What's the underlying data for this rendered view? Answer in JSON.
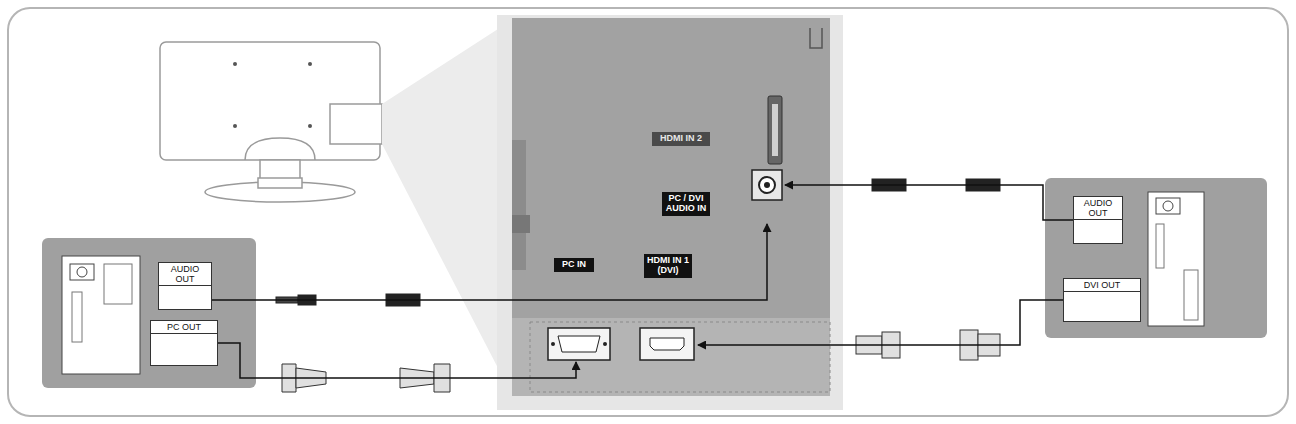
{
  "diagram": {
    "nodes": [
      {
        "text": [
          "HDMI IN 2"
        ]
      },
      {
        "text": [
          "PC / DVI AUDIO IN"
        ]
      },
      {
        "text": [
          "PC IN"
        ]
      },
      {
        "text": [
          "HDMI IN 1 (DVI)"
        ]
      },
      {
        "text": [
          "AUDIO OUT"
        ]
      },
      {
        "text": [
          "PC OUT"
        ]
      },
      {
        "text": [
          "AUDIO OUT"
        ]
      },
      {
        "text": [
          "DVI OUT"
        ]
      }
    ],
    "edges": [
      {
        "from": 4,
        "to": 1,
        "arrow": "to"
      },
      {
        "from": 6,
        "to": 1,
        "arrow": "to"
      },
      {
        "from": 5,
        "to": 2,
        "arrow": "to"
      },
      {
        "from": 7,
        "to": 3,
        "arrow": "to"
      }
    ]
  }
}
